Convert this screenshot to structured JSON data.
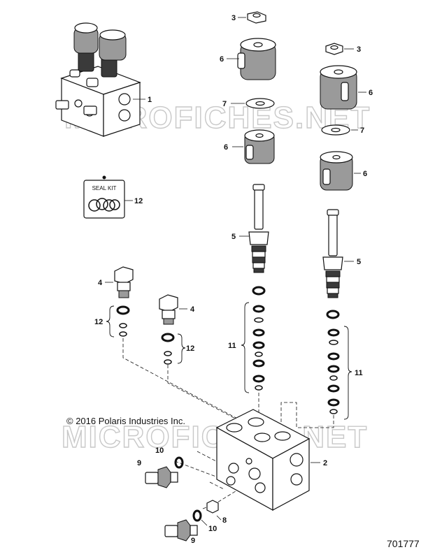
{
  "watermark": "MICROFICHES.NET",
  "copyright": "© 2016 Polaris Industries Inc.",
  "diagram_number": "701777",
  "seal_kit_label": "SEAL KIT",
  "callouts": {
    "c1": "1",
    "c2": "2",
    "c3a": "3",
    "c3b": "3",
    "c4a": "4",
    "c4b": "4",
    "c5a": "5",
    "c5b": "5",
    "c6a": "6",
    "c6b": "6",
    "c6c": "6",
    "c6d": "6",
    "c7a": "7",
    "c7b": "7",
    "c8": "8",
    "c9a": "9",
    "c9b": "9",
    "c10a": "10",
    "c10b": "10",
    "c11a": "11",
    "c11b": "11",
    "c12a": "12",
    "c12b": "12",
    "c12c": "12"
  }
}
